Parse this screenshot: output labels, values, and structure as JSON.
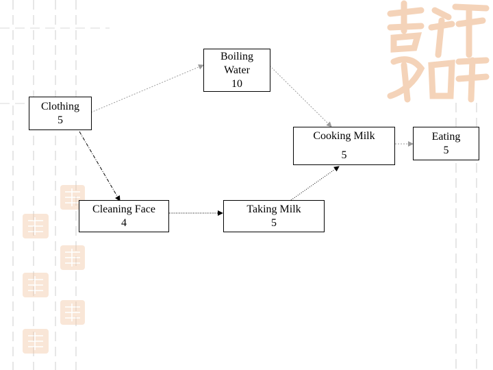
{
  "diagram": {
    "nodes": [
      {
        "id": "boiling-water",
        "lines": [
          "Boiling",
          "Water",
          "10"
        ]
      },
      {
        "id": "clothing",
        "lines": [
          "Clothing",
          "5"
        ]
      },
      {
        "id": "cooking-milk",
        "lines": [
          "Cooking Milk",
          "5"
        ]
      },
      {
        "id": "eating",
        "lines": [
          "Eating",
          "5"
        ]
      },
      {
        "id": "cleaning-face",
        "lines": [
          "Cleaning Face",
          "4"
        ]
      },
      {
        "id": "taking-milk",
        "lines": [
          "Taking Milk",
          "5"
        ]
      }
    ],
    "edges": [
      {
        "from": "clothing",
        "to": "boiling-water",
        "style": "gray-dotted"
      },
      {
        "from": "boiling-water",
        "to": "cooking-milk",
        "style": "gray-dotted"
      },
      {
        "from": "cooking-milk",
        "to": "eating",
        "style": "gray-dotted"
      },
      {
        "from": "clothing",
        "to": "cleaning-face",
        "style": "black-dashdot"
      },
      {
        "from": "cleaning-face",
        "to": "taking-milk",
        "style": "black-dotted"
      },
      {
        "from": "taking-milk",
        "to": "cooking-milk",
        "style": "black-dotted"
      }
    ]
  },
  "theme": {
    "seal_color": "#f2c9a8",
    "guide_color": "#e6e6e6",
    "edge_gray": "#9a9a9a",
    "edge_black": "#000000"
  },
  "decor": {
    "big_seal_icon": "calligraphy-seal-icon",
    "small_seal_icon": "stamp-seal-icon"
  }
}
